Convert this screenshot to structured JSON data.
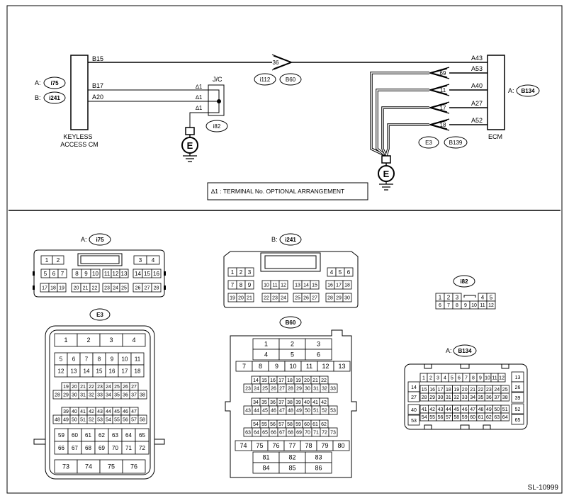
{
  "diagram_id": "SL-10999",
  "wiring": {
    "cm_label_line1": "KEYLESS",
    "cm_label_line2": "ACCESS CM",
    "cm_conn_a_prefix": "A:",
    "cm_conn_a": "i75",
    "cm_conn_b_prefix": "B:",
    "cm_conn_b": "i241",
    "cm_pins": [
      "B15",
      "B17",
      "A20"
    ],
    "jc_label": "J/C",
    "jc_pin_mark": "∆1",
    "jc_conn": "i82",
    "mid_connector_pin": "36",
    "mid_conn_1": "i112",
    "mid_conn_2": "B60",
    "ecm_label": "ECM",
    "ecm_conn_prefix": "A:",
    "ecm_conn": "B134",
    "ecm_pins": [
      "A43",
      "A53",
      "A40",
      "A27",
      "A52"
    ],
    "ground_pins": [
      "69",
      "11",
      "17",
      "18"
    ],
    "ground_conn_1": "E3",
    "ground_conn_2": "B139",
    "ground_symbol": "E",
    "note": "∆1 : TERMINAL No. OPTIONAL ARRANGEMENT"
  },
  "connectors": {
    "i75": {
      "prefix": "A:",
      "name": "i75",
      "row1": [
        "1",
        "2",
        "3",
        "4"
      ],
      "row2": [
        "5",
        "6",
        "7",
        "8",
        "9",
        "10",
        "11",
        "12",
        "13",
        "14",
        "15",
        "16"
      ],
      "row3": [
        "17",
        "18",
        "19",
        "20",
        "21",
        "22",
        "23",
        "24",
        "25",
        "26",
        "27",
        "28"
      ]
    },
    "i241": {
      "prefix": "B:",
      "name": "i241",
      "row1": [
        "1",
        "2",
        "3",
        "4",
        "5",
        "6"
      ],
      "row2": [
        "7",
        "8",
        "9",
        "10",
        "11",
        "12",
        "13",
        "14",
        "15",
        "16",
        "17",
        "18"
      ],
      "row3": [
        "19",
        "20",
        "21",
        "22",
        "23",
        "24",
        "25",
        "26",
        "27",
        "28",
        "29",
        "30"
      ]
    },
    "i82": {
      "name": "i82",
      "row1": [
        "1",
        "2",
        "3",
        "4",
        "5"
      ],
      "row2": [
        "6",
        "7",
        "8",
        "9",
        "10",
        "11",
        "12"
      ]
    },
    "E3": {
      "name": "E3",
      "row1": [
        "1",
        "2",
        "3",
        "4"
      ],
      "row2": [
        "5",
        "6",
        "7",
        "8",
        "9",
        "10",
        "11"
      ],
      "row3": [
        "12",
        "13",
        "14",
        "15",
        "16",
        "17",
        "18"
      ],
      "row4": [
        "19",
        "20",
        "21",
        "22",
        "23",
        "24",
        "25",
        "26",
        "27"
      ],
      "row5": [
        "28",
        "29",
        "30",
        "31",
        "32",
        "33",
        "34",
        "35",
        "36",
        "37",
        "38"
      ],
      "row6": [
        "39",
        "40",
        "41",
        "42",
        "43",
        "44",
        "45",
        "46",
        "47"
      ],
      "row7": [
        "48",
        "49",
        "50",
        "51",
        "52",
        "53",
        "54",
        "55",
        "56",
        "57",
        "58"
      ],
      "row8": [
        "59",
        "60",
        "61",
        "62",
        "63",
        "64",
        "65"
      ],
      "row9": [
        "66",
        "67",
        "68",
        "69",
        "70",
        "71",
        "72"
      ],
      "row10": [
        "73",
        "74",
        "75",
        "76"
      ]
    },
    "B60": {
      "name": "B60",
      "row1": [
        "1",
        "2",
        "3"
      ],
      "row2": [
        "4",
        "5",
        "6"
      ],
      "row3": [
        "7",
        "8",
        "9",
        "10",
        "11",
        "12",
        "13"
      ],
      "row4": [
        "14",
        "15",
        "16",
        "17",
        "18",
        "19",
        "20",
        "21",
        "22"
      ],
      "row5": [
        "23",
        "24",
        "25",
        "26",
        "27",
        "28",
        "29",
        "30",
        "31",
        "32",
        "33"
      ],
      "row6": [
        "34",
        "35",
        "36",
        "37",
        "38",
        "39",
        "40",
        "41",
        "42"
      ],
      "row7": [
        "43",
        "44",
        "45",
        "46",
        "47",
        "48",
        "49",
        "50",
        "51",
        "52",
        "53"
      ],
      "row8": [
        "54",
        "55",
        "56",
        "57",
        "58",
        "59",
        "60",
        "61",
        "62"
      ],
      "row9": [
        "63",
        "64",
        "65",
        "66",
        "67",
        "68",
        "69",
        "70",
        "71",
        "72",
        "73"
      ],
      "row10": [
        "74",
        "75",
        "76",
        "77",
        "78",
        "79",
        "80"
      ],
      "row11": [
        "81",
        "82",
        "83"
      ],
      "row12": [
        "84",
        "85",
        "86"
      ]
    },
    "B134": {
      "prefix": "A:",
      "name": "B134",
      "row1": [
        "1",
        "2",
        "3",
        "4",
        "5",
        "6",
        "7",
        "8",
        "9",
        "10",
        "11",
        "12"
      ],
      "left": [
        "14",
        "27",
        "40",
        "53"
      ],
      "right": [
        "13",
        "26",
        "39",
        "52",
        "65"
      ],
      "row2": [
        "15",
        "16",
        "17",
        "18",
        "19",
        "20",
        "21",
        "22",
        "23",
        "24",
        "25"
      ],
      "row3": [
        "28",
        "29",
        "30",
        "31",
        "32",
        "33",
        "34",
        "35",
        "36",
        "37",
        "38"
      ],
      "row4": [
        "41",
        "42",
        "43",
        "44",
        "45",
        "46",
        "47",
        "48",
        "49",
        "50",
        "51"
      ],
      "row5": [
        "54",
        "55",
        "56",
        "57",
        "58",
        "59",
        "60",
        "61",
        "62",
        "63",
        "64"
      ]
    }
  }
}
